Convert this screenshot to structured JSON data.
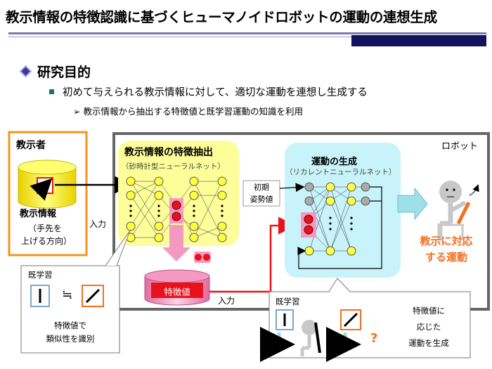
{
  "title": "教示情報の特徴認識に基づくヒューマノイドロボットの運動の連想生成",
  "bullets": {
    "level1": "研究目的",
    "level2": "初めて与えられる教示情報に対して、適切な運動を連想し生成する",
    "level3": "教示情報から抽出する特徴値と既学習運動の知識を利用"
  },
  "diagram": {
    "teacher_label": "教示者",
    "teacher_info_label": "教示情報",
    "teacher_info_sub_1": "（手先を",
    "teacher_info_sub_2": "上げる方向）",
    "input_label": "入力",
    "input_label_2": "入力",
    "robot_label": "ロボット",
    "extract_title": "教示情報の特徴抽出",
    "extract_sub": "（砂時計型ニューラルネット）",
    "gen_title": "運動の生成",
    "gen_sub": "（リカレントニューラルネット）",
    "initial_pose_1": "初期",
    "initial_pose_2": "姿勢値",
    "feature_label": "特徴値",
    "result_1": "教示に対応",
    "result_2": "する運動",
    "learned_left": "既学習",
    "approx_symbol": "≒",
    "similarity_1": "特徴値で",
    "similarity_2": "類似性を識別",
    "learned_right": "既学習",
    "question": "?",
    "gen_desc_1": "特徴値に",
    "gen_desc_2": "応じた",
    "gen_desc_3": "運動を生成"
  },
  "colors": {
    "orange": "#f7941d",
    "yellow_fill": "#fdfd9a",
    "cyan_fill": "#c9f3fb",
    "red": "#e8121b",
    "pink": "#f49ac2",
    "navy": "#13135e"
  }
}
